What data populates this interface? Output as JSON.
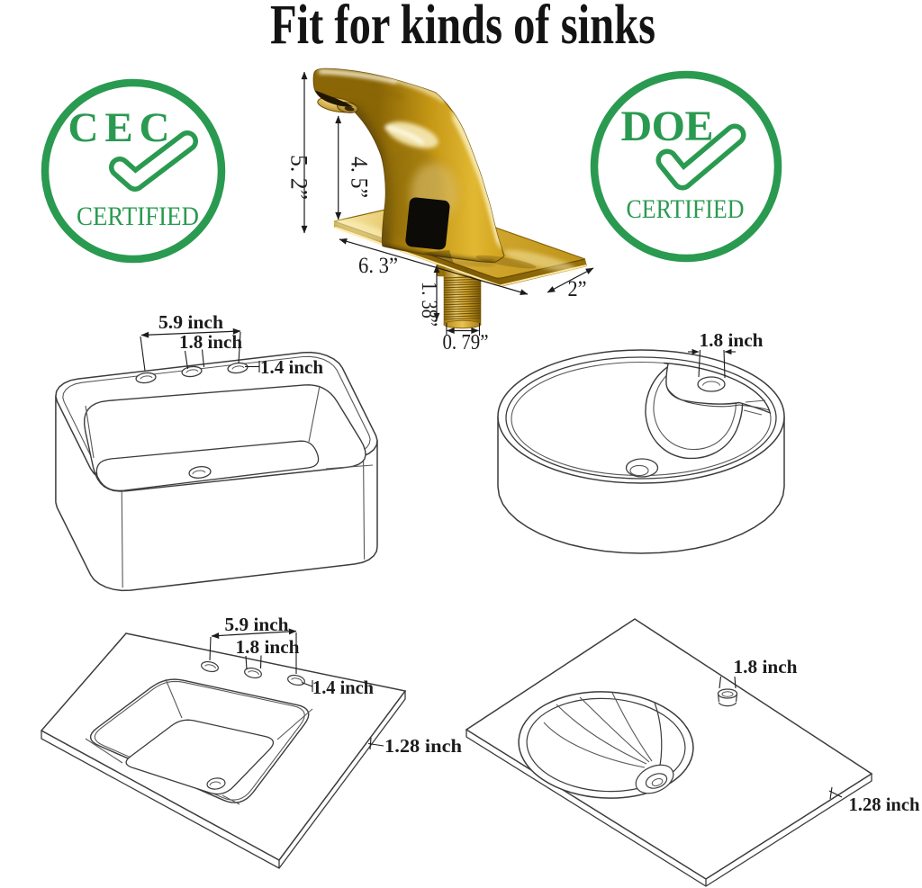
{
  "page": {
    "title": "Fit for kinds of sinks",
    "background": "#ffffff"
  },
  "badges": {
    "left": {
      "acronym": "CEC",
      "label": "CERTIFIED",
      "color": "#2a9a50"
    },
    "right": {
      "acronym": "DOE",
      "label": "CERTIFIED",
      "color": "#2a9a50"
    }
  },
  "faucet": {
    "description": "gold automatic sensor faucet on rectangular deck plate with threaded shank",
    "colors": {
      "gold": "#c99921",
      "sensor_window": "#0d0b08"
    },
    "dims": {
      "height_total": "5. 2”",
      "height_spout": "4. 5”",
      "plate_length": "6. 3”",
      "plate_width": "2”",
      "shank_length": "1. 38”",
      "shank_diameter": "0. 79”"
    }
  },
  "sinks": {
    "rect_vessel": {
      "dims": {
        "span": "5.9 inch",
        "center_hole": "1.8 inch",
        "side_hole": "1.4 inch"
      }
    },
    "round_vessel": {
      "dims": {
        "hole": "1.8 inch"
      }
    },
    "square_dropin": {
      "dims": {
        "span": "5.9 inch",
        "center_hole": "1.8 inch",
        "side_hole": "1.4 inch",
        "thickness": "1.28 inch"
      }
    },
    "oval_dropin": {
      "dims": {
        "hole": "1.8 inch",
        "thickness": "1.28 inch"
      }
    }
  }
}
